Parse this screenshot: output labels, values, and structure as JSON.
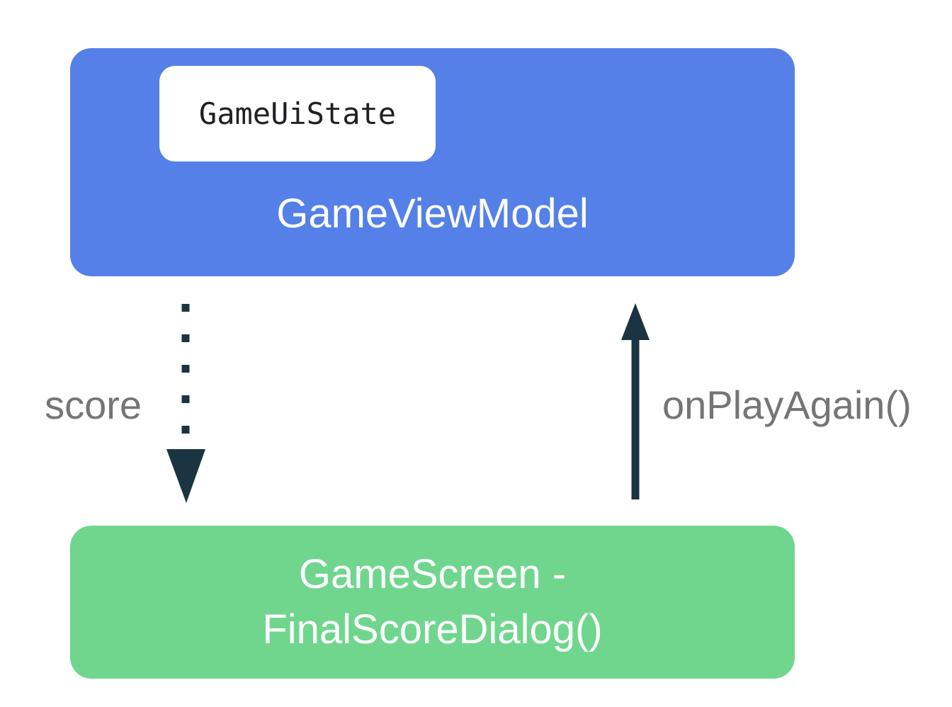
{
  "diagram": {
    "title_context": "Unidirectional data flow between GameViewModel and GameScreen",
    "viewmodel_box": {
      "label": "GameViewModel",
      "state_chip_label": "GameUiState"
    },
    "screen_box": {
      "label_line1": "GameScreen -",
      "label_line2": "FinalScoreDialog()"
    },
    "arrows": {
      "down": {
        "label": "score",
        "style": "dashed",
        "direction": "viewmodel-to-screen"
      },
      "up": {
        "label": "onPlayAgain()",
        "style": "solid",
        "direction": "screen-to-viewmodel"
      }
    },
    "colors": {
      "viewmodel_box_fill": "#5480e7",
      "screen_box_fill": "#70d68e",
      "chip_fill": "#ffffff",
      "chip_text": "#202124",
      "box_text": "#ffffff",
      "arrow": "#1b3442",
      "flow_label_text": "#757575",
      "background": "#ffffff"
    }
  }
}
